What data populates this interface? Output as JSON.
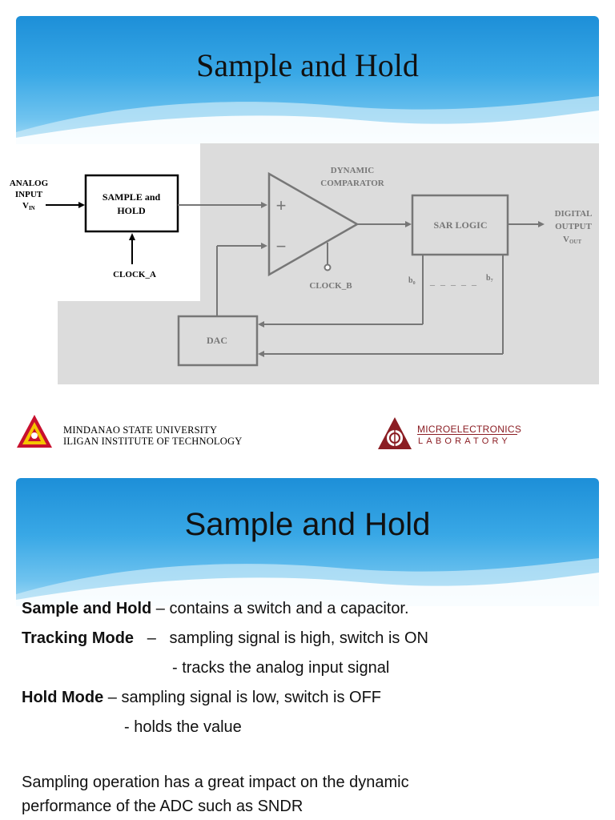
{
  "slide1": {
    "title": "Sample and Hold"
  },
  "diagram": {
    "analog_input_line1": "ANALOG",
    "analog_input_line2": "INPUT",
    "vin_main": "V",
    "vin_sub": "IN",
    "sample_hold_line1": "SAMPLE and",
    "sample_hold_line2": "HOLD",
    "clock_a": "CLOCK_A",
    "comparator_line1": "DYNAMIC",
    "comparator_line2": "COMPARATOR",
    "plus": "+",
    "minus": "−",
    "clock_b": "CLOCK_B",
    "sar_logic": "SAR LOGIC",
    "digital_output_line1": "DIGITAL",
    "digital_output_line2": "OUTPUT",
    "vout_main": "V",
    "vout_sub": "OUT",
    "b0_main": "b",
    "b0_sub": "0",
    "dashes": "_ _ _ _ _",
    "b7_main": "b",
    "b7_sub": "7",
    "dac": "DAC"
  },
  "footer": {
    "university_line1": "MINDANAO STATE UNIVERSITY",
    "university_line2": "ILIGAN INSTITUTE OF TECHNOLOGY",
    "lab_line1": "MICROELECTRONICS",
    "lab_line2": "LABORATORY"
  },
  "slide2": {
    "title": "Sample and Hold",
    "lines": {
      "l1_bold": "Sample and Hold",
      "l1_rest": " – contains a switch and a capacitor.",
      "l2_bold": "Tracking Mode",
      "l2_rest": "   –   sampling signal is high, switch is ON",
      "l3": "-  tracks the analog input signal",
      "l4_bold": "Hold Mode",
      "l4_rest": " – sampling signal is low, switch is OFF",
      "l5": "- holds the value",
      "l6": "Sampling operation has a great impact on the dynamic",
      "l7": "performance of the ADC such as SNDR"
    }
  },
  "colors": {
    "header_blue": "#1d8fd8",
    "lab_red": "#8b1d23",
    "diagram_gray": "#dcdcdc"
  }
}
